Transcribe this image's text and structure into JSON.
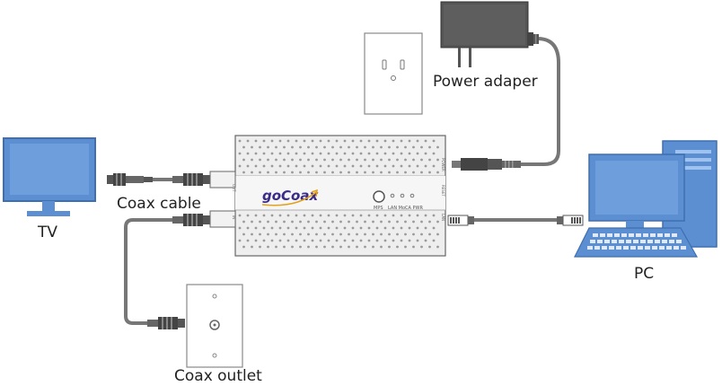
{
  "labels": {
    "tv": "TV",
    "coax_cable": "Coax cable",
    "coax_outlet": "Coax outlet",
    "power_adapter": "Power adaper",
    "pc": "PC"
  },
  "device": {
    "brand": "goCoax",
    "mps_label": "MPS",
    "led_labels": "LAN MoCA PWR",
    "port_power": "POWER",
    "port_reset": "RESET",
    "port_lan": "LAN",
    "port_in": "IN",
    "port_out": "OUT"
  },
  "colors": {
    "device_body": "#eeeeee",
    "device_outline": "#666666",
    "screen_blue": "#5b8fd1",
    "screen_blue_light": "#9fc3ee",
    "cable_gray": "#777777",
    "plate_outline": "#888888",
    "brand_text": "#3a2a8a",
    "brand_arrow": "#e3a11a"
  },
  "icons": [
    "tv-icon",
    "pc-icon",
    "wall-power-outlet-icon",
    "coax-wall-plate-icon",
    "power-adapter-icon",
    "rj45-plug-icon",
    "coax-connector-icon"
  ]
}
